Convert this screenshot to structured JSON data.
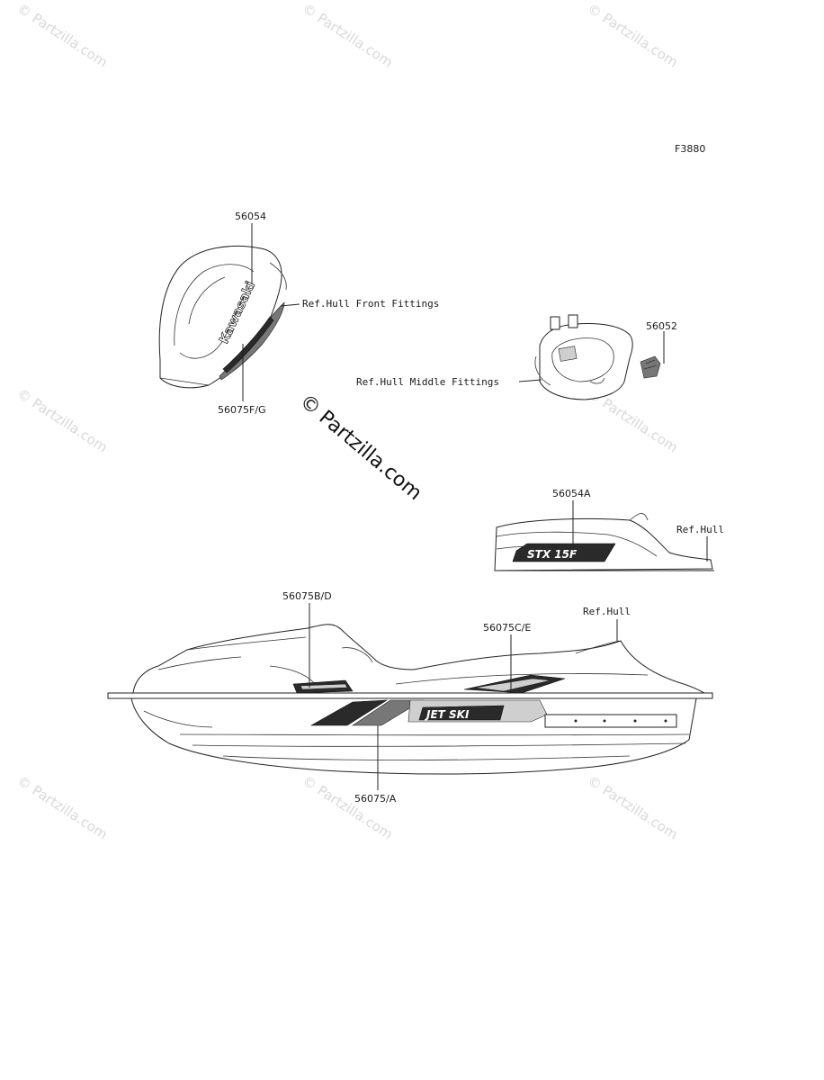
{
  "figure_code": "F3880",
  "watermark_text": "© Partzilla.com",
  "center_watermark": {
    "copyright": "©",
    "text": "Partzilla.com"
  },
  "decal_text": {
    "front_brand": "Kawasaki",
    "rear_model": "STX 15F",
    "side_brand": "JET SKI"
  },
  "callouts": {
    "p56054": "56054",
    "hull_front": "Ref.Hull Front Fittings",
    "p56075fg": "56075F/G",
    "p56052": "56052",
    "hull_middle": "Ref.Hull Middle Fittings",
    "p56054a": "56054A",
    "ref_hull_1": "Ref.Hull",
    "p56075bd": "56075B/D",
    "ref_hull_2": "Ref.Hull",
    "p56075ce": "56075C/E",
    "p56075a": "56075/A"
  }
}
